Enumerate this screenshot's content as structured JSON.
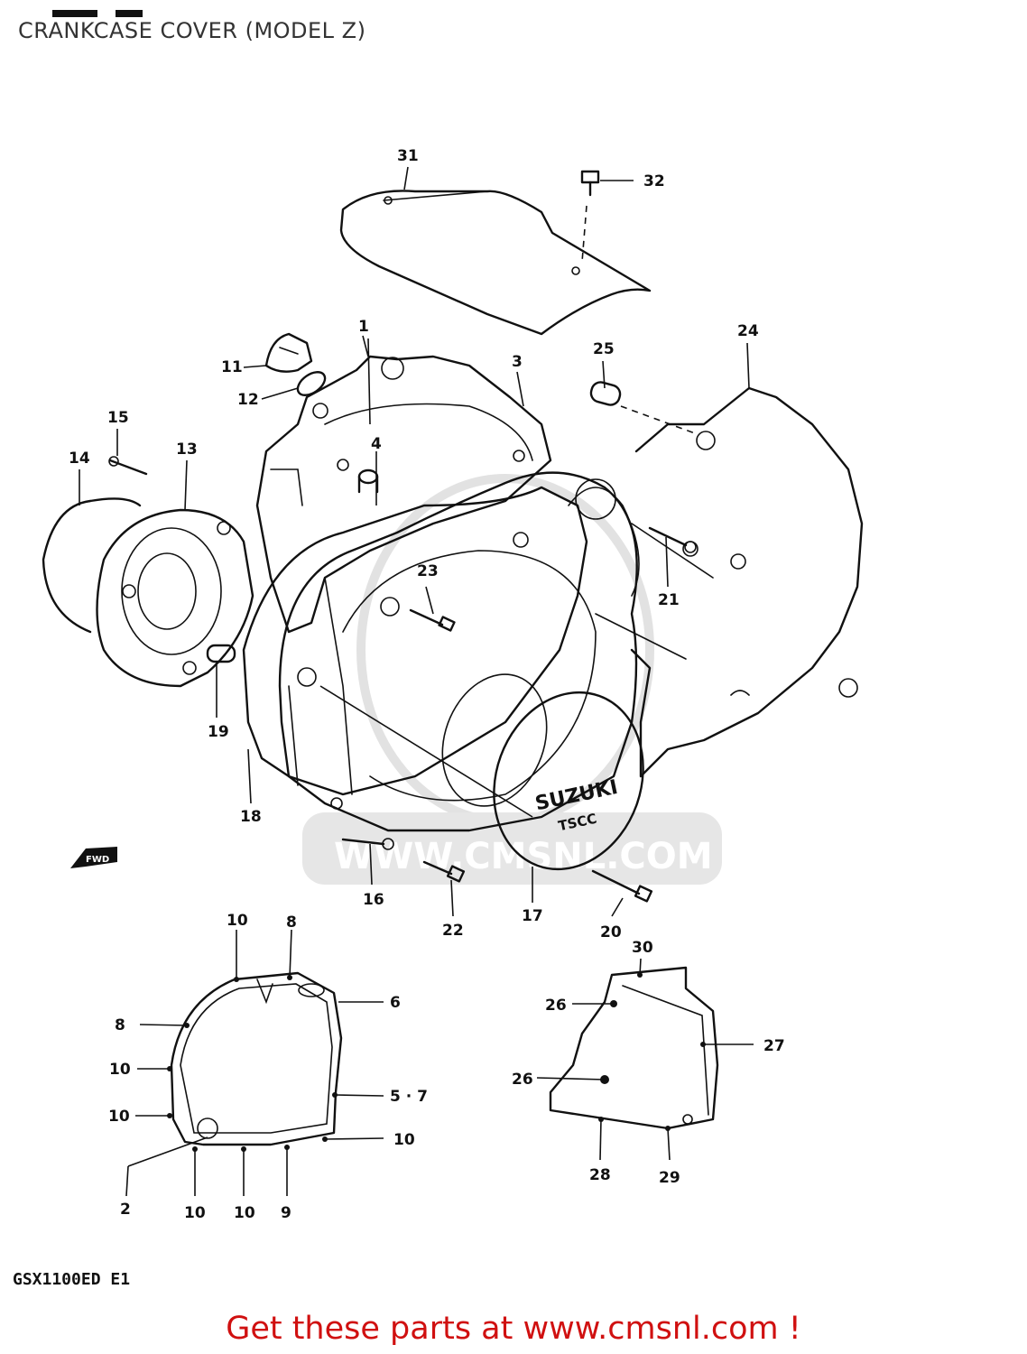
{
  "header": {
    "title": "CRANKCASE COVER (MODEL Z)"
  },
  "diagram": {
    "callouts": {
      "p1": "1",
      "p2": "2",
      "p3": "3",
      "p4": "4",
      "p5_7": "5 · 7",
      "p6": "6",
      "p8a": "8",
      "p8b": "8",
      "p9": "9",
      "p10a": "10",
      "p10b": "10",
      "p10c": "10",
      "p10d": "10",
      "p10e": "10",
      "p10f": "10",
      "p11": "11",
      "p12": "12",
      "p13": "13",
      "p14": "14",
      "p15": "15",
      "p16": "16",
      "p17": "17",
      "p18": "18",
      "p19": "19",
      "p20": "20",
      "p21": "21",
      "p22": "22",
      "p23": "23",
      "p24": "24",
      "p25": "25",
      "p26a": "26",
      "p26b": "26",
      "p27": "27",
      "p28": "28",
      "p29": "29",
      "p30": "30",
      "p31": "31",
      "p32": "32"
    },
    "cover_emblem": {
      "brand": "SUZUKI",
      "badge": "TSCC"
    },
    "direction_arrow": "FWD",
    "watermark": "WWW.CMSNL.COM"
  },
  "footer": {
    "model_code": "GSX1100ED E1",
    "promo": "Get these parts at www.cmsnl.com !"
  },
  "colors": {
    "ink": "#111111",
    "title": "#333333",
    "promo": "#d01010",
    "watermark": "#e2e2e2"
  }
}
